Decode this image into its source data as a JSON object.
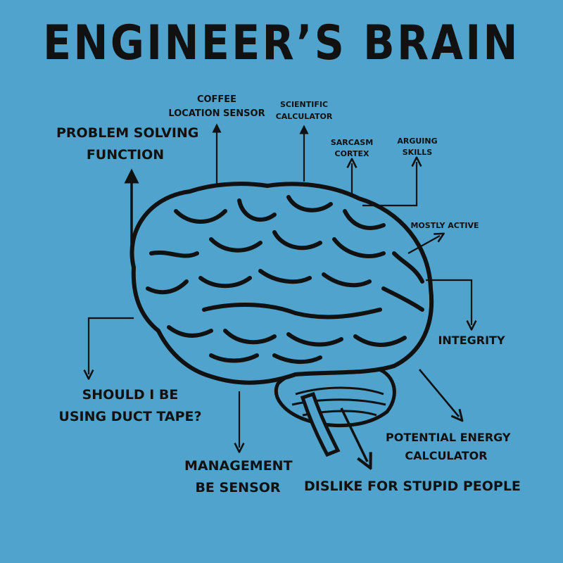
{
  "title": "ENGINEER’S BRAIN",
  "labels": {
    "problem_solving": [
      "PROBLEM SOLVING",
      "FUNCTION"
    ],
    "coffee": [
      "COFFEE",
      "LOCATION SENSOR"
    ],
    "scientific": [
      "SCIENTIFIC",
      "CALCULATOR"
    ],
    "sarcasm": [
      "SARCASM",
      "CORTEX"
    ],
    "arguing": [
      "ARGUING",
      "SKILLS"
    ],
    "mostly_active": "MOSTLY ACTIVE",
    "integrity": "INTEGRITY",
    "duct_tape": [
      "SHOULD I BE",
      "USING DUCT TAPE?"
    ],
    "management": [
      "MANAGEMENT",
      "BE SENSOR"
    ],
    "potential": [
      "POTENTIAL ENERGY",
      "CALCULATOR"
    ],
    "dislike": "DISLIKE FOR STUPID PEOPLE"
  },
  "colors": {
    "background": "#4fa3cc",
    "brain": "#4fa3cc",
    "ink": "#111111"
  }
}
